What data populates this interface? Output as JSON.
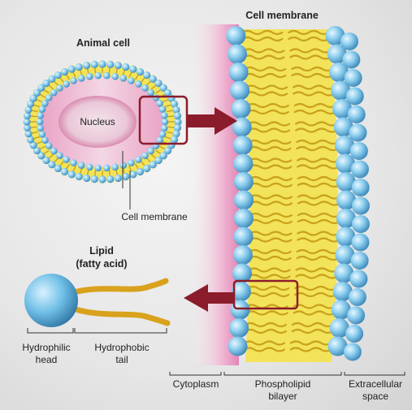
{
  "labels": {
    "cell_membrane_title": "Cell membrane",
    "animal_cell": "Animal cell",
    "nucleus": "Nucleus",
    "cell_membrane": "Cell membrane",
    "lipid_line1": "Lipid",
    "lipid_line2": "(fatty acid)",
    "hydrophilic_line1": "Hydrophilic",
    "hydrophilic_line2": "head",
    "hydrophobic_line1": "Hydrophobic",
    "hydrophobic_line2": "tail",
    "cytoplasm": "Cytoplasm",
    "phospholipid_line1": "Phospholipid",
    "phospholipid_line2": "bilayer",
    "extracellular_line1": "Extracellular",
    "extracellular_line2": "space"
  },
  "colors": {
    "head_blue": "#7fc3e6",
    "bilayer_yellow": "#f2e35a",
    "tail_gold": "#c9a21a",
    "highlight_red": "#8b1c2b",
    "cytoplasm_pink": "#e07ab0"
  },
  "icons": [
    "arrow-right-icon",
    "arrow-left-icon"
  ]
}
